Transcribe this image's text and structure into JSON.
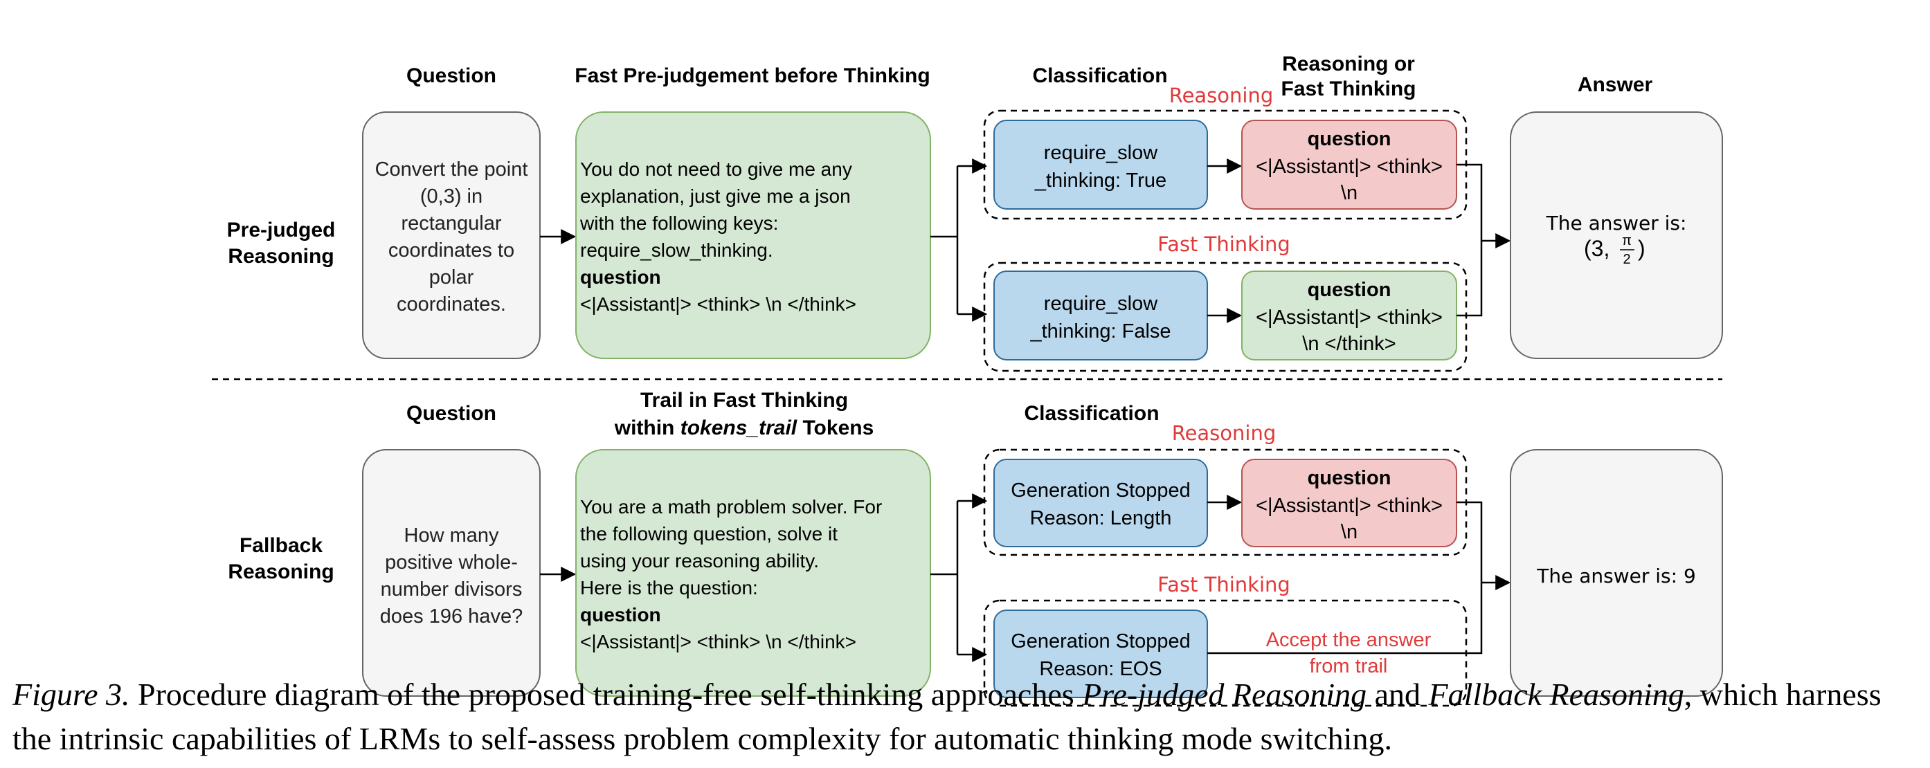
{
  "top": {
    "headers": {
      "question": "Question",
      "prejudge": "Fast Pre-judgement before Thinking",
      "classification": "Classification",
      "reasoning_or_fast_1": "Reasoning or",
      "reasoning_or_fast_2": "Fast Thinking",
      "answer": "Answer"
    },
    "row_label": [
      "Pre-judged",
      "Reasoning"
    ],
    "question_lines": [
      "Convert the point",
      "(0,3) in",
      "rectangular",
      "coordinates to",
      "polar",
      "coordinates."
    ],
    "prompt_lines": [
      "You do not need to give me any",
      "explanation, just give me a json",
      "with the following keys:",
      "require_slow_thinking."
    ],
    "prompt_bold": "question",
    "prompt_last": "<|Assistant|> <think> \\n </think>",
    "branch_reasoning_label": "Reasoning",
    "branch_fast_label": "Fast Thinking",
    "class_true": [
      "require_slow",
      "_thinking: True"
    ],
    "class_false": [
      "require_slow",
      "_thinking: False"
    ],
    "out_reasoning": [
      "question",
      "<|Assistant|> <think>",
      "\\n"
    ],
    "out_fast": [
      "question",
      "<|Assistant|> <think>",
      "\\n </think>"
    ],
    "answer_label": "The answer is:",
    "answer_math": "(3, π/2)"
  },
  "bottom": {
    "headers": {
      "question": "Question",
      "trail_1": "Trail in Fast Thinking",
      "trail_2_pre": "within ",
      "trail_2_italic": "tokens_trail",
      "trail_2_post": " Tokens",
      "classification": "Classification"
    },
    "row_label": [
      "Fallback",
      "Reasoning"
    ],
    "question_lines": [
      "How many",
      "positive whole-",
      "number divisors",
      "does 196 have?"
    ],
    "prompt_lines": [
      "You are a math problem solver. For",
      "the following question, solve it",
      "using your reasoning ability.",
      "Here is the question:"
    ],
    "prompt_bold": "question",
    "prompt_last": "<|Assistant|> <think> \\n </think>",
    "branch_reasoning_label": "Reasoning",
    "branch_fast_label": "Fast Thinking",
    "class_length": [
      "Generation Stopped",
      "Reason: Length"
    ],
    "class_eos": [
      "Generation Stopped",
      "Reason: EOS"
    ],
    "out_reasoning": [
      "question",
      "<|Assistant|> <think>",
      "\\n"
    ],
    "accept_label": [
      "Accept the answer",
      "from trail"
    ],
    "answer_label": "The answer is: 9"
  },
  "caption": {
    "figure_label": "Figure 3.",
    "text_1": " Procedure diagram of the proposed training-free self-thinking approaches ",
    "italic_1": "Pre-judged Reasoning",
    "text_2": " and ",
    "italic_2": "Fallback Reasoning",
    "text_3": ", which harness the intrinsic capabilities of LRMs to self-assess problem complexity for automatic thinking mode switching."
  },
  "colors": {
    "gray_fill": "#f5f5f5",
    "green_fill": "#d5e8d4",
    "green_stroke": "#82b366",
    "blue_fill": "#b9d8ee",
    "blue_stroke": "#2f6b9a",
    "red_fill": "#f3c9c9",
    "red_stroke": "#b85450",
    "accent_red": "#e03a3a"
  }
}
